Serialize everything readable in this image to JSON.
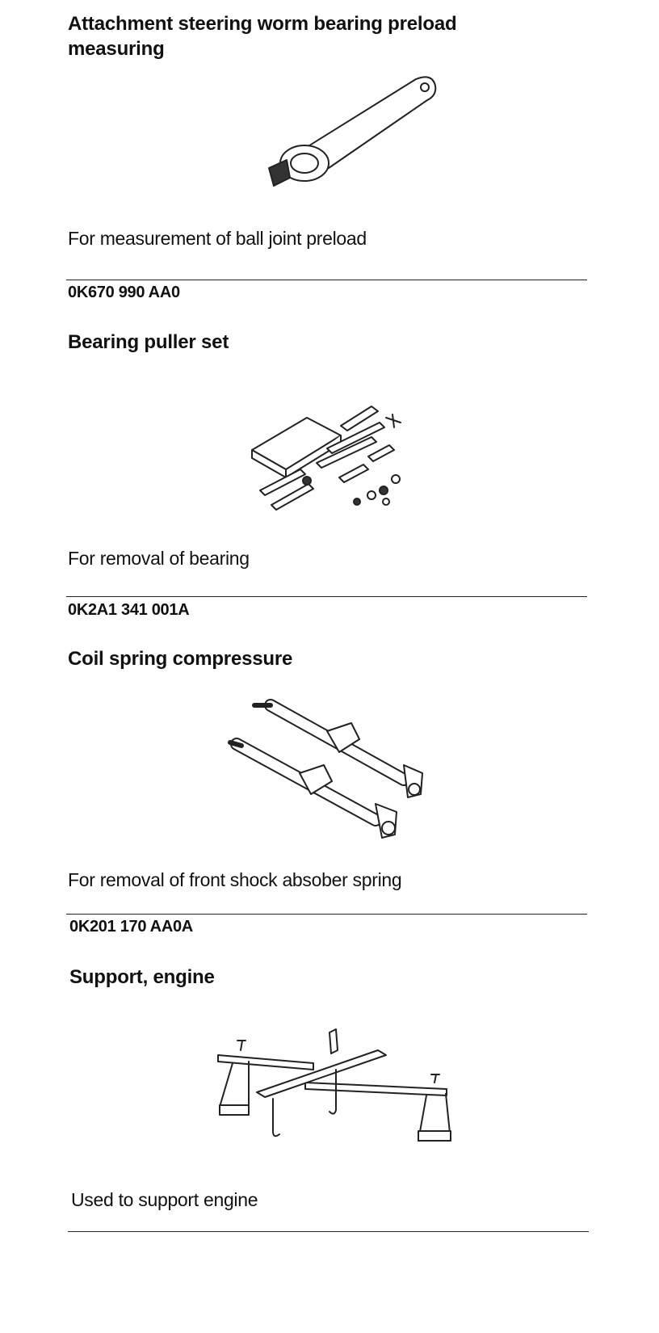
{
  "sections": [
    {
      "title": "Attachment steering worm bearing preload measuring",
      "description": "For measurement of ball joint preload"
    },
    {
      "part_number": "0K670 990 AA0",
      "title": "Bearing puller set",
      "description": "For removal of bearing"
    },
    {
      "part_number": "0K2A1 341 001A",
      "title": "Coil spring compressure",
      "description": "For removal of front shock absober spring"
    },
    {
      "part_number": "0K201 170 AA0A",
      "title": "Support, engine",
      "description": "Used to support engine"
    }
  ]
}
